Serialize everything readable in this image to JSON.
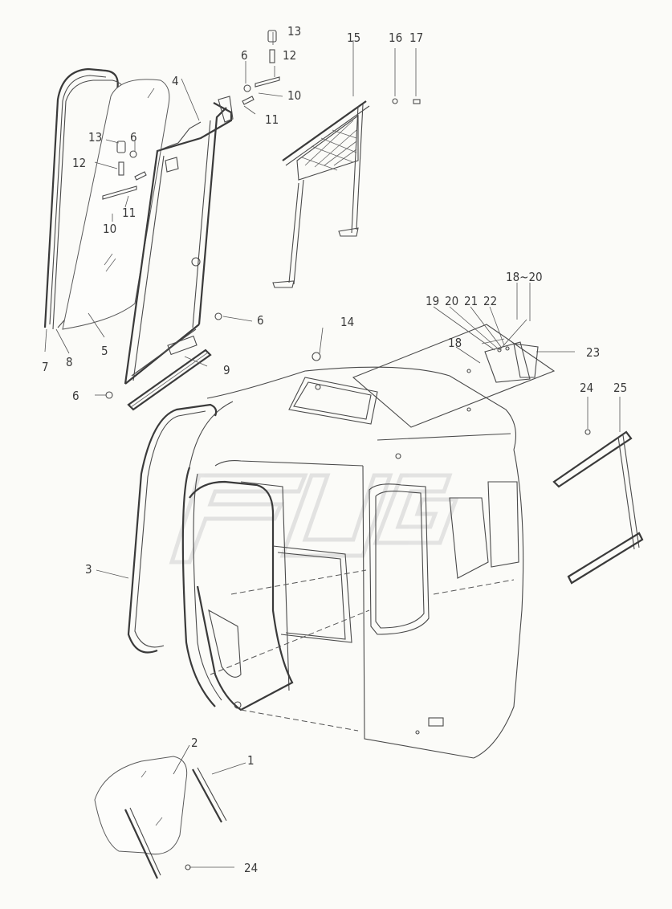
{
  "diagram": {
    "callouts": [
      {
        "id": "c13a",
        "label": "13"
      },
      {
        "id": "c15",
        "label": "15"
      },
      {
        "id": "c16",
        "label": "16"
      },
      {
        "id": "c17",
        "label": "17"
      },
      {
        "id": "c6a",
        "label": "6"
      },
      {
        "id": "c12a",
        "label": "12"
      },
      {
        "id": "c4",
        "label": "4"
      },
      {
        "id": "c10a",
        "label": "10"
      },
      {
        "id": "c11a",
        "label": "11"
      },
      {
        "id": "c13b",
        "label": "13"
      },
      {
        "id": "c6b",
        "label": "6"
      },
      {
        "id": "c12b",
        "label": "12"
      },
      {
        "id": "c11b",
        "label": "11"
      },
      {
        "id": "c10b",
        "label": "10"
      },
      {
        "id": "c18top",
        "label": "18~20"
      },
      {
        "id": "c19",
        "label": "19"
      },
      {
        "id": "c20",
        "label": "20"
      },
      {
        "id": "c21",
        "label": "21"
      },
      {
        "id": "c22",
        "label": "22"
      },
      {
        "id": "c6c",
        "label": "6"
      },
      {
        "id": "c14",
        "label": "14"
      },
      {
        "id": "c18",
        "label": "18"
      },
      {
        "id": "c23",
        "label": "23"
      },
      {
        "id": "c7",
        "label": "7"
      },
      {
        "id": "c8",
        "label": "8"
      },
      {
        "id": "c5",
        "label": "5"
      },
      {
        "id": "c9",
        "label": "9"
      },
      {
        "id": "c6d",
        "label": "6"
      },
      {
        "id": "c24a",
        "label": "24"
      },
      {
        "id": "c25",
        "label": "25"
      },
      {
        "id": "c3",
        "label": "3"
      },
      {
        "id": "c2",
        "label": "2"
      },
      {
        "id": "c1",
        "label": "1"
      },
      {
        "id": "c24b",
        "label": "24"
      }
    ]
  }
}
